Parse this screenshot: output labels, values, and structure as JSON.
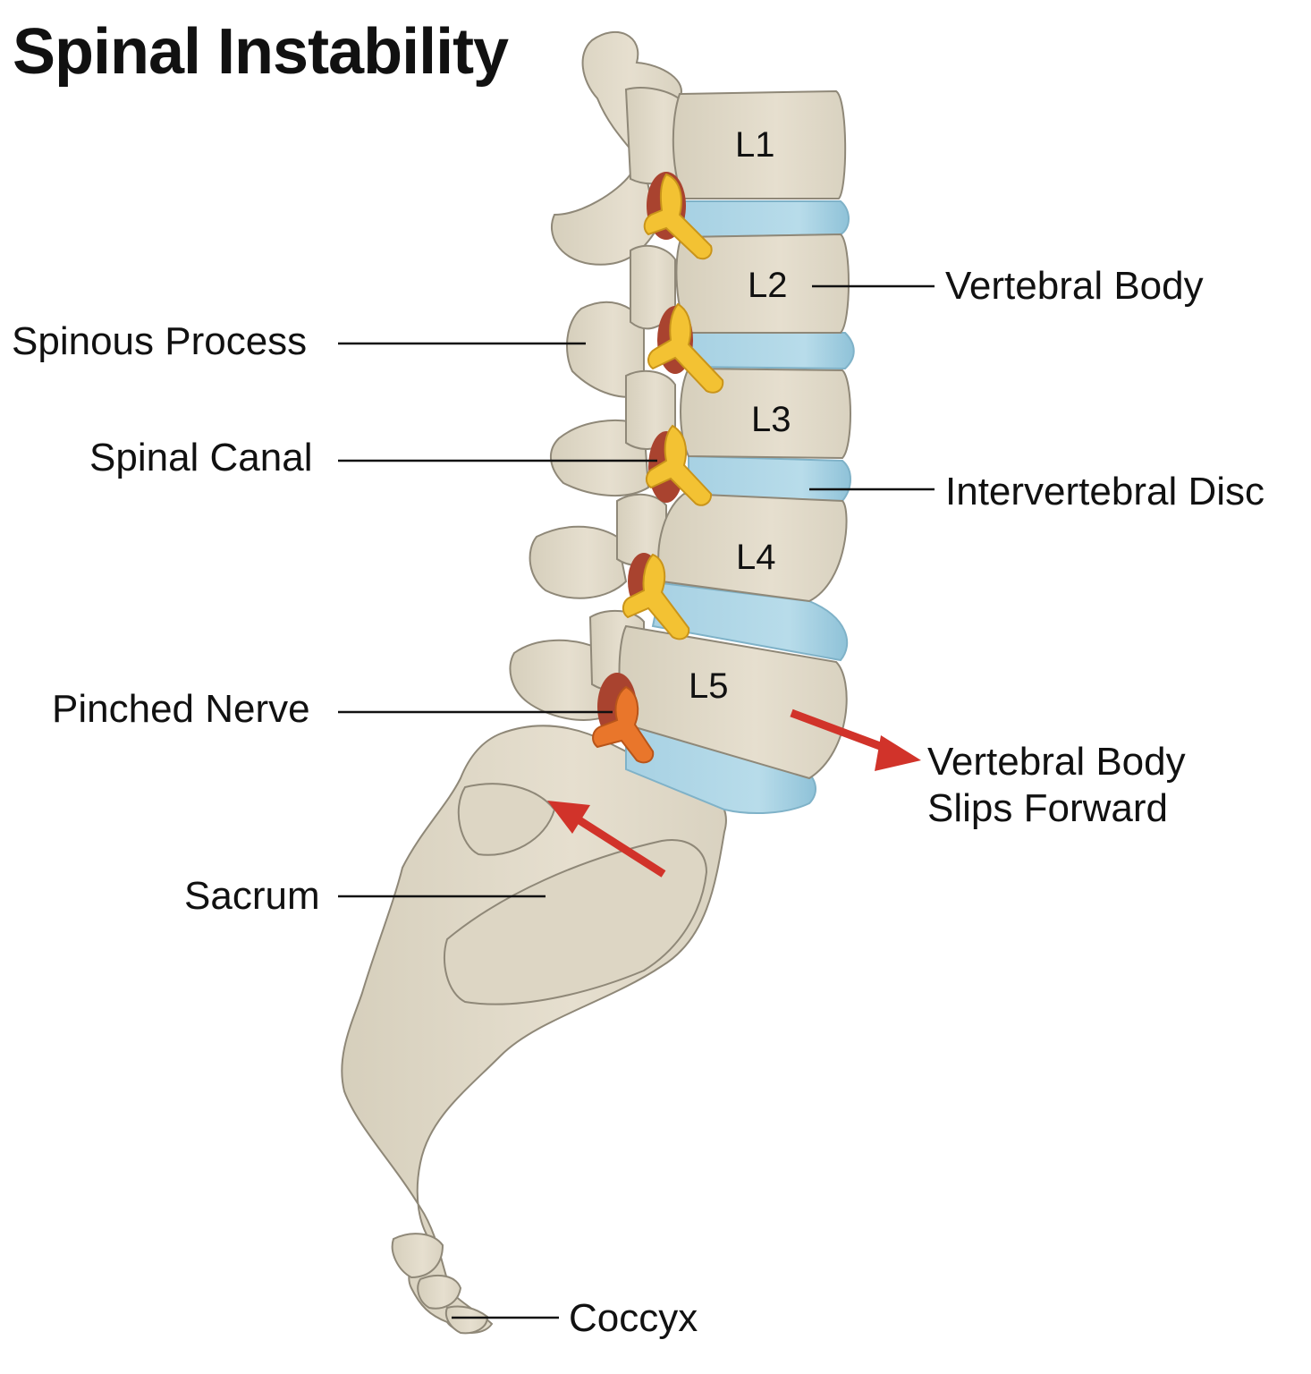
{
  "title": "Spinal Instability",
  "vertebrae": [
    "L1",
    "L2",
    "L3",
    "L4",
    "L5"
  ],
  "labels": {
    "vertebral_body": "Vertebral Body",
    "spinous_process": "Spinous Process",
    "spinal_canal": "Spinal Canal",
    "intervertebral_disc": "Intervertebral Disc",
    "pinched_nerve": "Pinched Nerve",
    "slip_line1": "Vertebral Body",
    "slip_line2": "Slips Forward",
    "sacrum": "Sacrum",
    "coccyx": "Coccyx"
  },
  "colors": {
    "bone": "#e3dccb",
    "bone_outline": "#8f8878",
    "disc": "#a9d4e6",
    "nerve": "#f3c233",
    "pinched_nerve": "#e9762b",
    "canal": "#a9432f",
    "arrow": "#d1332a"
  }
}
